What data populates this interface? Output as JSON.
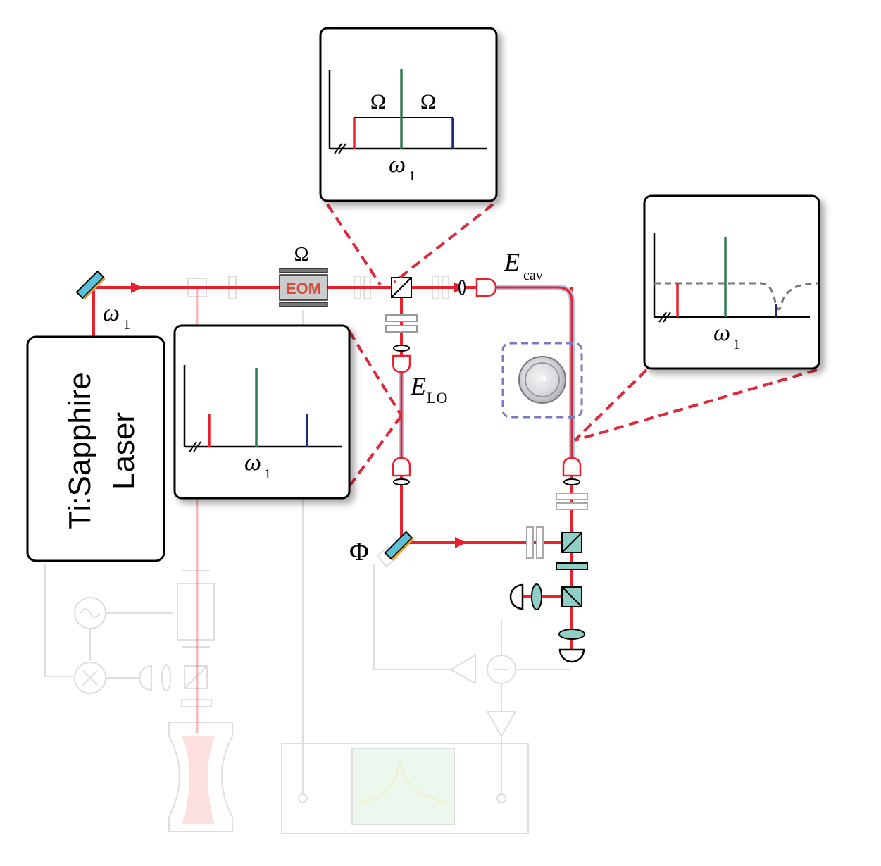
{
  "laser": {
    "line1": "Ti:Sapphire",
    "line2": "Laser"
  },
  "labels": {
    "omega_symbol": "ω",
    "omega_subscript": "1",
    "modulation_freq": "Ω",
    "phase": "Φ",
    "e_symbol": "E",
    "cavity_subscript": "cav",
    "lo_subscript": "LO"
  },
  "eom": {
    "label": "EOM"
  },
  "insets": {
    "top": {
      "left_gap": "Ω",
      "right_gap": "Ω",
      "axis_label": "ω",
      "axis_subscript": "1"
    },
    "left": {
      "axis_label": "ω",
      "axis_subscript": "1"
    },
    "right": {
      "axis_label": "ω",
      "axis_subscript": "1"
    }
  },
  "colors": {
    "beam": "#e8212e",
    "carrier": "#2e7a52",
    "upper_sideband": "#1e2a78",
    "lower_sideband": "#e8212e",
    "fiber_halo": "#a9c6e8",
    "cavity_box": "#7c79c4",
    "optic_fill": "#8fcfc6",
    "mirror_fill": "#5bc0d8"
  }
}
